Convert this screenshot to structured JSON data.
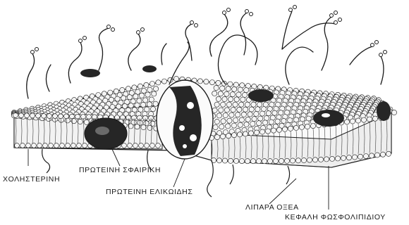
{
  "labels": {
    "cholesterol": "ΧΟΛΗΣΤΕΡΙΝΗ",
    "globular_protein": "ΠΡΩΤΕΙΝΗ ΣΦΑΙΡΙΚΗ",
    "helical_protein": "ΠΡΩΤΕΙΝΗ ΕΛΙΚΩΙΔΗΣ",
    "fatty_acids": "ΛΙΠΑΡΑ ΟΞΕΑ",
    "phospholipid_head": "ΚΕΦΑΛΗ ΦΩΣΦΟΛΙΠΙΔΙΟΥ"
  },
  "colors": {
    "ink": "#1a1a1a",
    "head_fill": "#f4f4f4",
    "protein_dark": "#262626",
    "background": "#ffffff"
  }
}
